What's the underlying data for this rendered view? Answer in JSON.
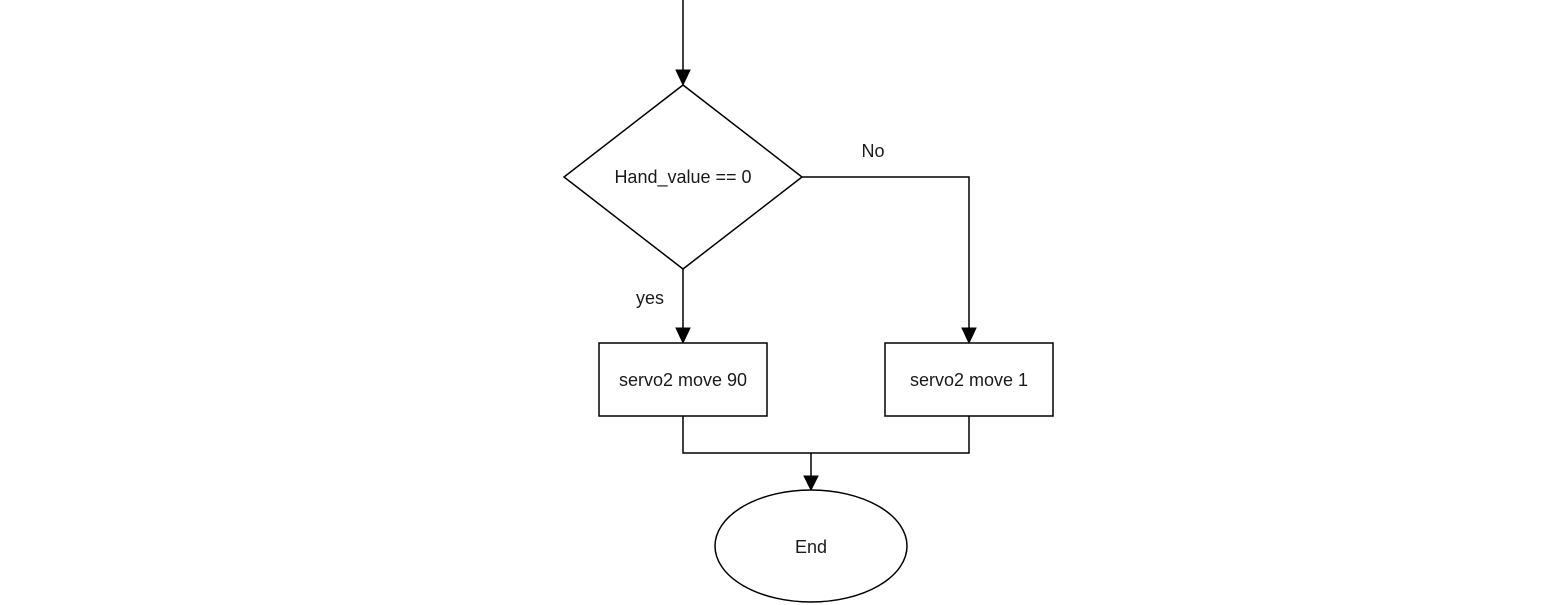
{
  "diagram": {
    "type": "flowchart",
    "nodes": {
      "decision": {
        "label": "Hand_value == 0",
        "shape": "diamond"
      },
      "yes_action": {
        "label": "servo2 move 90",
        "shape": "rectangle"
      },
      "no_action": {
        "label": "servo2 move 1",
        "shape": "rectangle"
      },
      "end": {
        "label": "End",
        "shape": "ellipse"
      }
    },
    "edges": {
      "yes": {
        "label": "yes",
        "from": "decision",
        "to": "yes_action"
      },
      "no": {
        "label": "No",
        "from": "decision",
        "to": "no_action"
      }
    },
    "colors": {
      "stroke": "#000000",
      "fill": "#ffffff",
      "text": "#1a1a1a"
    }
  }
}
